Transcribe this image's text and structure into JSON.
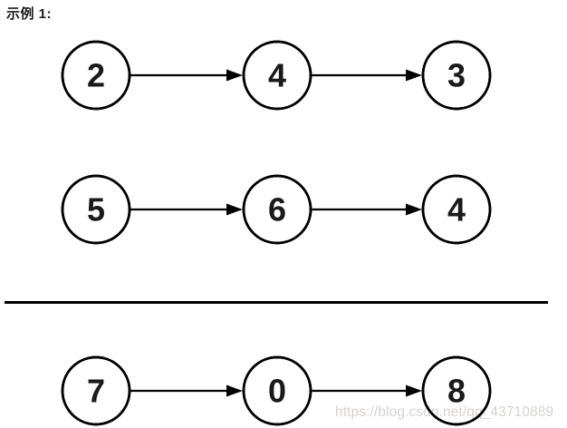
{
  "page": {
    "title": "示例 1:"
  },
  "diagram": {
    "type": "linked-lists",
    "description": "Two input linked lists above a horizontal divider, result linked list below",
    "lists": [
      {
        "id": "input-list-1",
        "values": [
          "2",
          "4",
          "3"
        ]
      },
      {
        "id": "input-list-2",
        "values": [
          "5",
          "6",
          "4"
        ]
      },
      {
        "id": "result-list",
        "values": [
          "7",
          "0",
          "8"
        ]
      }
    ],
    "divider_after_list_index": 1,
    "colors": {
      "node_stroke": "#000000",
      "node_fill": "#ffffff",
      "value_text": "#1a1a1a",
      "arrow": "#000000",
      "divider": "#000000"
    }
  },
  "watermark": {
    "text": "https://blog.csdn.net/qq_43710889",
    "color": "#d8d1d1"
  }
}
